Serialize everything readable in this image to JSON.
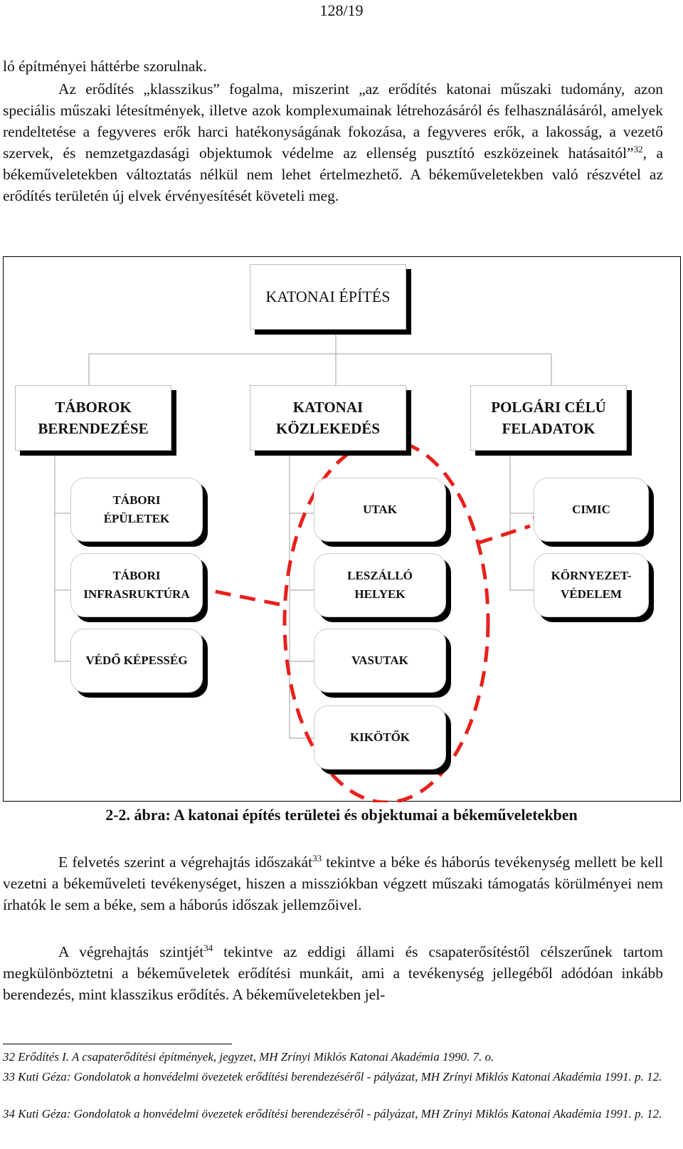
{
  "page_number": "128/19",
  "intro_line": "ló építményei háttérbe szorulnak.",
  "paragraph1": {
    "part1": "Az erődítés „klasszikus” fogalma, miszerint „az erődítés katonai műszaki tudomány, azon speciális műszaki létesítmények, illetve azok komplexumainak létrehozásáról és felhasználásáról, amelyek rendeltetése a fegyveres erők harci hatékonyságának fokozása, a fegyveres erők, a lakosság, a vezető szervek, és nemzetgazdasági objektumok védelme az ellenség pusztító eszközeinek hatásaitól”",
    "ref": "32",
    "part2": ", a békeműveletekben változtatás nélkül nem lehet értelmezhető. A békeműveletekben való részvétel az erődítés területén új elvek érvényesítését követeli meg."
  },
  "diagram": {
    "root": "KATONAI ÉPÍTÉS",
    "branches": [
      {
        "title_line1": "TÁBOROK",
        "title_line2": "BERENDEZÉSE",
        "items": [
          {
            "line1": "TÁBORI",
            "line2": "ÉPÜLETEK"
          },
          {
            "line1": "TÁBORI",
            "line2": "INFRASRUKTÚRA"
          },
          {
            "line1": "VÉDŐ KÉPESSÉG",
            "line2": ""
          }
        ]
      },
      {
        "title_line1": "KATONAI",
        "title_line2": "KÖZLEKEDÉS",
        "items": [
          {
            "line1": "UTAK",
            "line2": ""
          },
          {
            "line1": "LESZÁLLÓ",
            "line2": "HELYEK"
          },
          {
            "line1": "VASUTAK",
            "line2": ""
          },
          {
            "line1": "KIKÖTŐK",
            "line2": ""
          }
        ]
      },
      {
        "title_line1": "POLGÁRI CÉLÚ",
        "title_line2": "FELADATOK",
        "items": [
          {
            "line1": "CIMIC",
            "line2": ""
          },
          {
            "line1": "KÖRNYEZET-",
            "line2": "VÉDELEM"
          }
        ]
      }
    ],
    "highlight_color": "#e8201c"
  },
  "caption": "2-2. ábra: A katonai építés területei és objektumai a békeműveletekben",
  "paragraph2": {
    "part1": "E felvetés szerint a végrehajtás időszakát",
    "ref": "33",
    "part2": " tekintve a béke és háborús tevékenység mellett be kell vezetni a békeműveleti tevékenységet, hiszen a missziókban végzett műszaki támogatás körülményei nem írhatók le sem a béke, sem a háborús időszak jellemzőivel."
  },
  "paragraph3": {
    "part1": "A végrehajtás szintjét",
    "ref": "34",
    "part2": " tekintve az eddigi állami és csapaterősítéstől célszerűnek tartom megkülönböztetni a békeműveletek erődítési munkáit, ami a tevékenység jellegéből adódóan inkább berendezés, mint klasszikus erődítés. A békeműveletekben jel-"
  },
  "footnotes": [
    "32 Erődítés I. A csapaterődítési építmények, jegyzet, MH Zrínyi Miklós Katonai Akadémia 1990. 7. o.",
    "33 Kuti Géza: Gondolatok a honvédelmi övezetek erődítési berendezéséről - pályázat, MH Zrínyi Miklós Katonai Akadémia 1991. p. 12.",
    "34 Kuti Géza: Gondolatok a honvédelmi övezetek erődítési berendezéséről - pályázat, MH Zrínyi Miklós Katonai Akadémia 1991. p. 12."
  ]
}
